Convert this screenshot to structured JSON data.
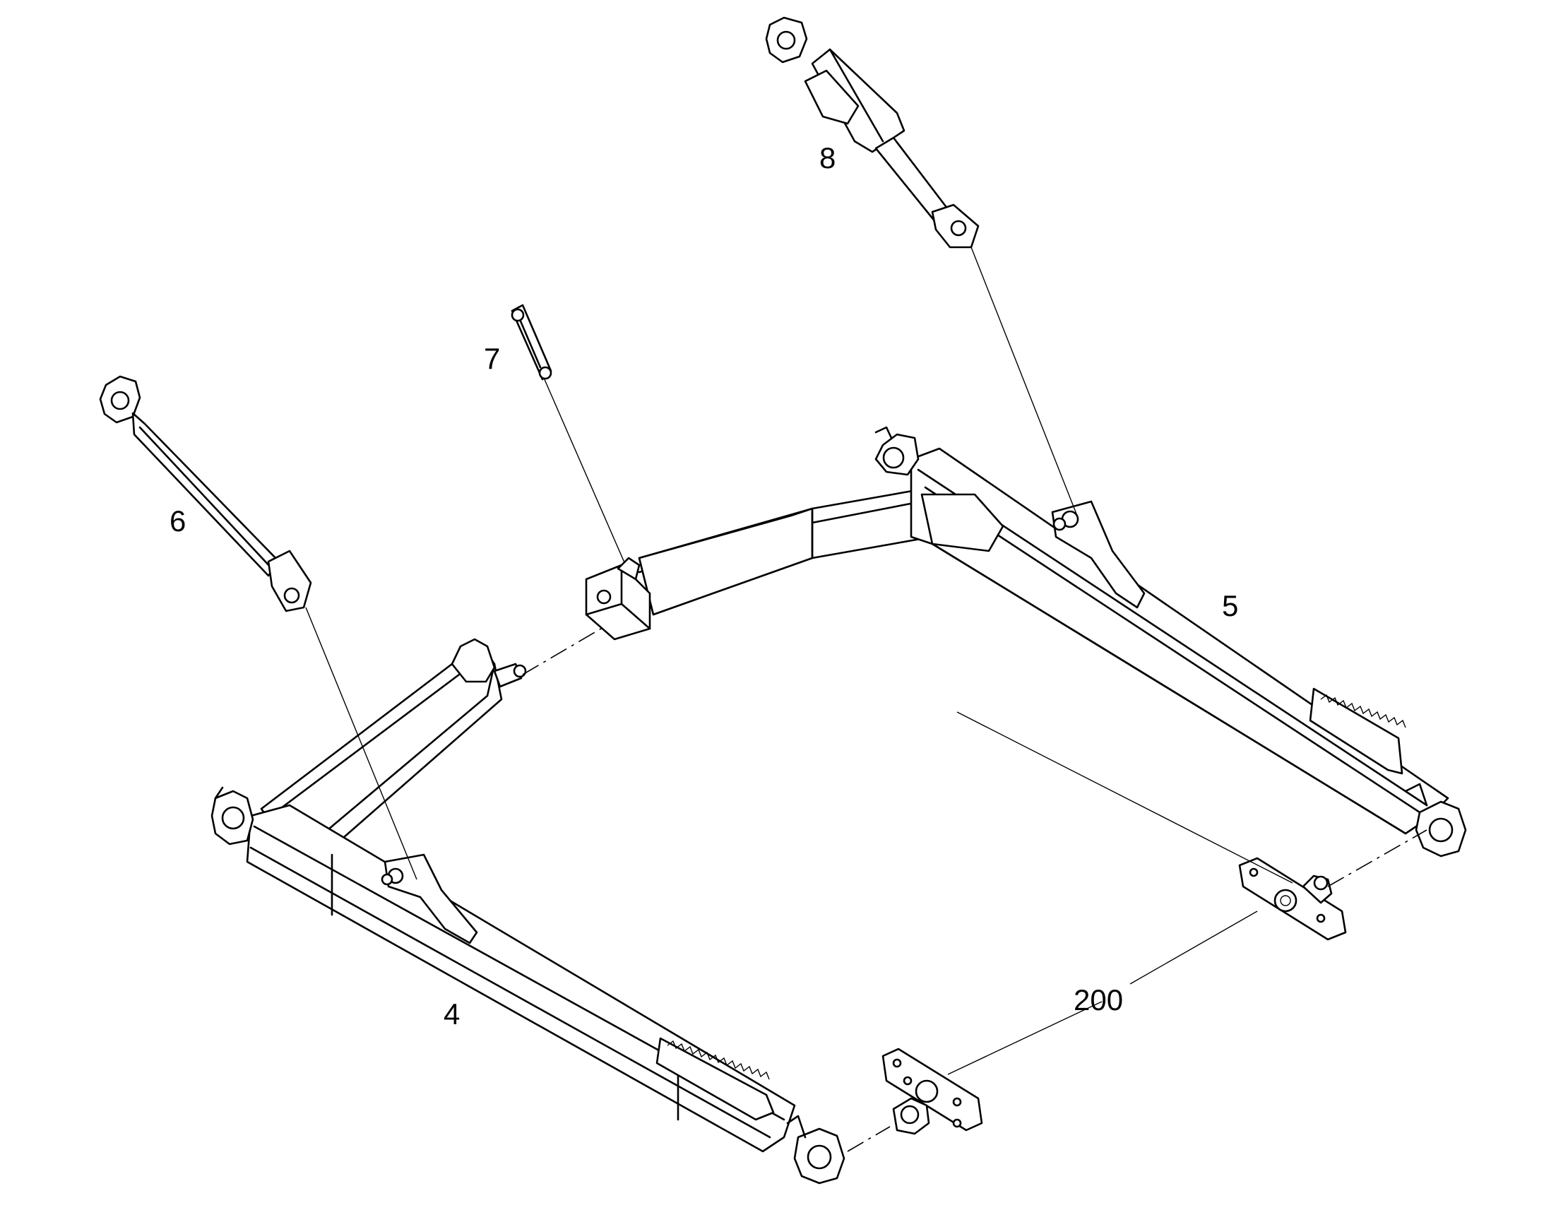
{
  "callouts": [
    {
      "id": "part-4",
      "text": "4"
    },
    {
      "id": "part-5",
      "text": "5"
    },
    {
      "id": "part-6",
      "text": "6"
    },
    {
      "id": "part-7",
      "text": "7"
    },
    {
      "id": "part-8",
      "text": "8"
    },
    {
      "id": "part-200",
      "text": "200"
    }
  ]
}
